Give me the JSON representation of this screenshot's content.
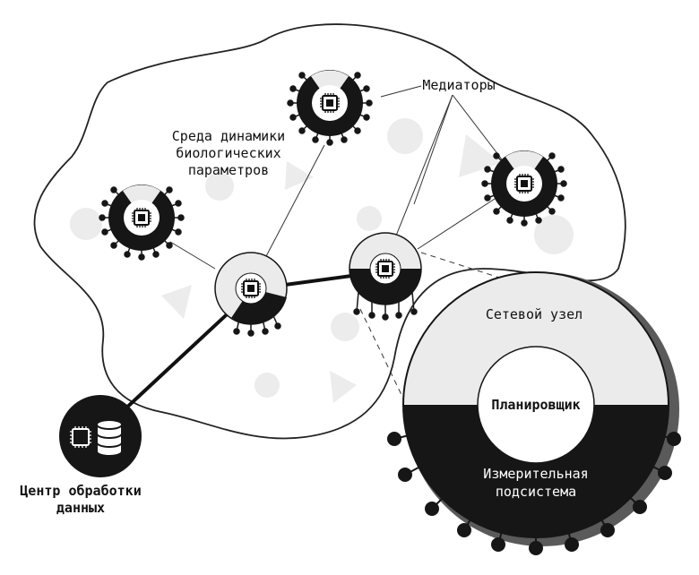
{
  "labels": {
    "environment": [
      "Среда динамики",
      "биологических",
      "параметров"
    ],
    "mediators": "Медиаторы",
    "network_node": "Сетевой узел",
    "scheduler": "Планировщик",
    "measuring": [
      "Измерительная",
      "подсистема"
    ],
    "data_center": [
      "Центр обработки",
      "данных"
    ]
  },
  "colors": {
    "dark": "#161616",
    "light": "#ebebeb",
    "cloud_line": "#222222",
    "bg_shape": "#ececec"
  }
}
